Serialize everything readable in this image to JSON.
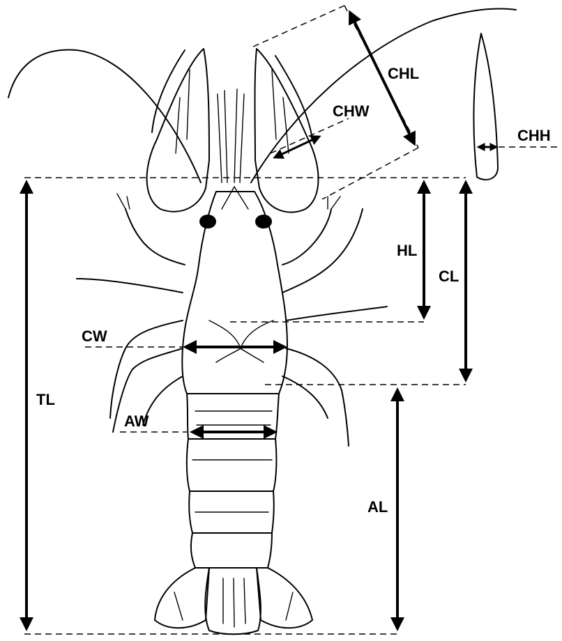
{
  "labels": {
    "chl": "CHL",
    "chw": "CHW",
    "chh": "CHH",
    "hl": "HL",
    "cl": "CL",
    "cw": "CW",
    "tl": "TL",
    "aw": "AW",
    "al": "AL"
  },
  "colors": {
    "ink": "#000000",
    "background": "#ffffff"
  }
}
